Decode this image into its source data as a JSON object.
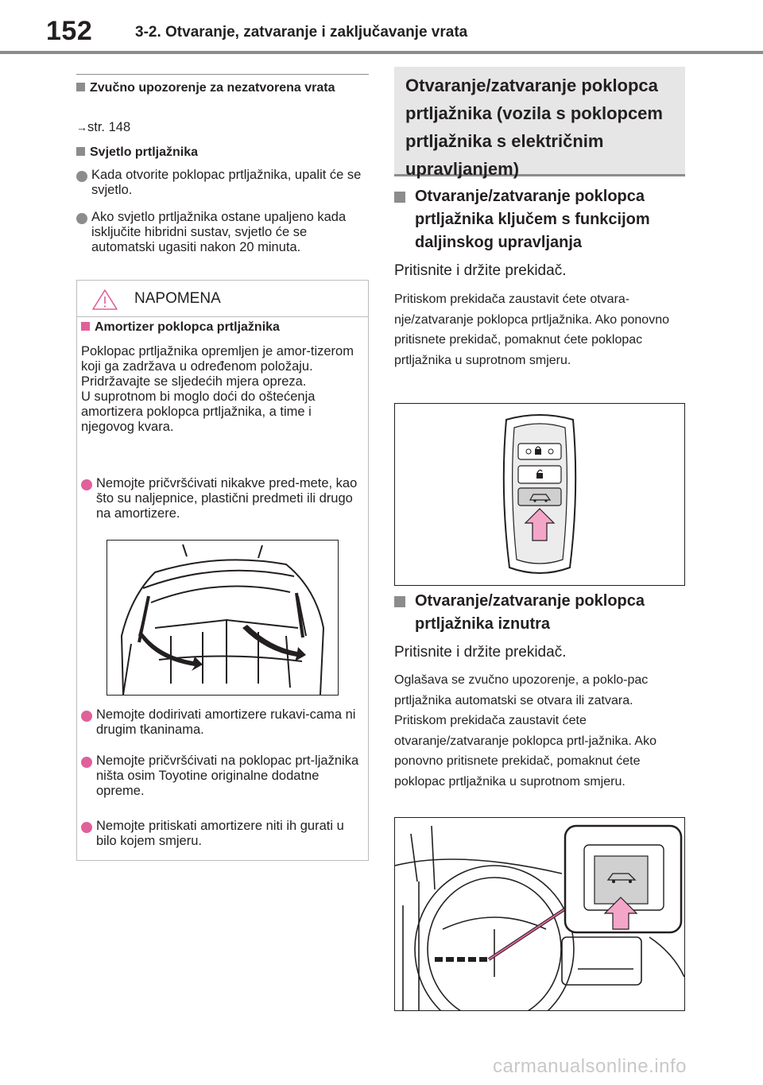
{
  "header": {
    "page_number": "152",
    "section": "3-2. Otvaranje, zatvaranje i zaključavanje vrata"
  },
  "left": {
    "door_warning": {
      "title": "Zvučno upozorenje za nezatvorena vrata",
      "ref": "str. 148"
    },
    "trunk_light": {
      "title": "Svjetlo prtljažnika",
      "bullets": [
        "Kada otvorite poklopac prtljažnika, upalit će se svjetlo.",
        "Ako svjetlo prtljažnika ostane upaljeno kada isključite hibridni sustav, svjetlo će se automatski ugasiti nakon 20 minuta."
      ]
    },
    "notice": {
      "label": "NAPOMENA",
      "subtitle": "Amortizer poklopca prtljažnika",
      "p1": "Poklopac prtljažnika opremljen je amor-tizerom koji ga zadržava u određenom položaju.",
      "p2": "Pridržavajte se sljedećih mjera opreza.",
      "p3": "U suprotnom bi moglo doći do oštećenja amortizera poklopca prtljažnika, a time i njegovog kvara.",
      "bullets": [
        "Nemojte pričvršćivati nikakve pred-mete, kao što su naljepnice, plastični predmeti ili drugo na amortizere.",
        "Nemojte dodirivati amortizere rukavi-cama ni drugim tkaninama.",
        "Nemojte pričvršćivati na poklopac prt-ljažnika ništa osim Toyotine originalne dodatne opreme.",
        "Nemojte pritiskati amortizere niti ih gurati u bilo kojem smjeru."
      ]
    }
  },
  "right": {
    "box_title": "Otvaranje/zatvaranje poklopca prtljažnika (vozila s poklopcem prtljažnika s električnim upravljanjem)",
    "remote": {
      "title": "Otvaranje/zatvaranje poklopca prtljažnika ključem s funkcijom daljinskog upravljanja",
      "lead": "Pritisnite i držite prekidač.",
      "body": "Pritiskom prekidača zaustavit ćete otvara-nje/zatvaranje poklopca prtljažnika. Ako ponovno pritisnete prekidač, pomaknut ćete poklopac prtljažnika u suprotnom smjeru."
    },
    "inside": {
      "title": "Otvaranje/zatvaranje poklopca prtljažnika iznutra",
      "lead": "Pritisnite i držite prekidač.",
      "body": "Oglašava se zvučno upozorenje, a poklo-pac prtljažnika automatski se otvara ili zatvara. Pritiskom prekidača zaustavit ćete otvaranje/zatvaranje poklopca prtl-jažnika. Ako ponovno pritisnete prekidač, pomaknut ćete poklopac prtljažnika u suprotnom smjeru."
    }
  },
  "footer": {
    "watermark": "carmanualsonline.info"
  },
  "colors": {
    "accent_pink": "#e0609a",
    "gray": "#8c8c8c",
    "box_bg": "#e6e6e6",
    "arrow_pink": "#f4a6c8"
  }
}
